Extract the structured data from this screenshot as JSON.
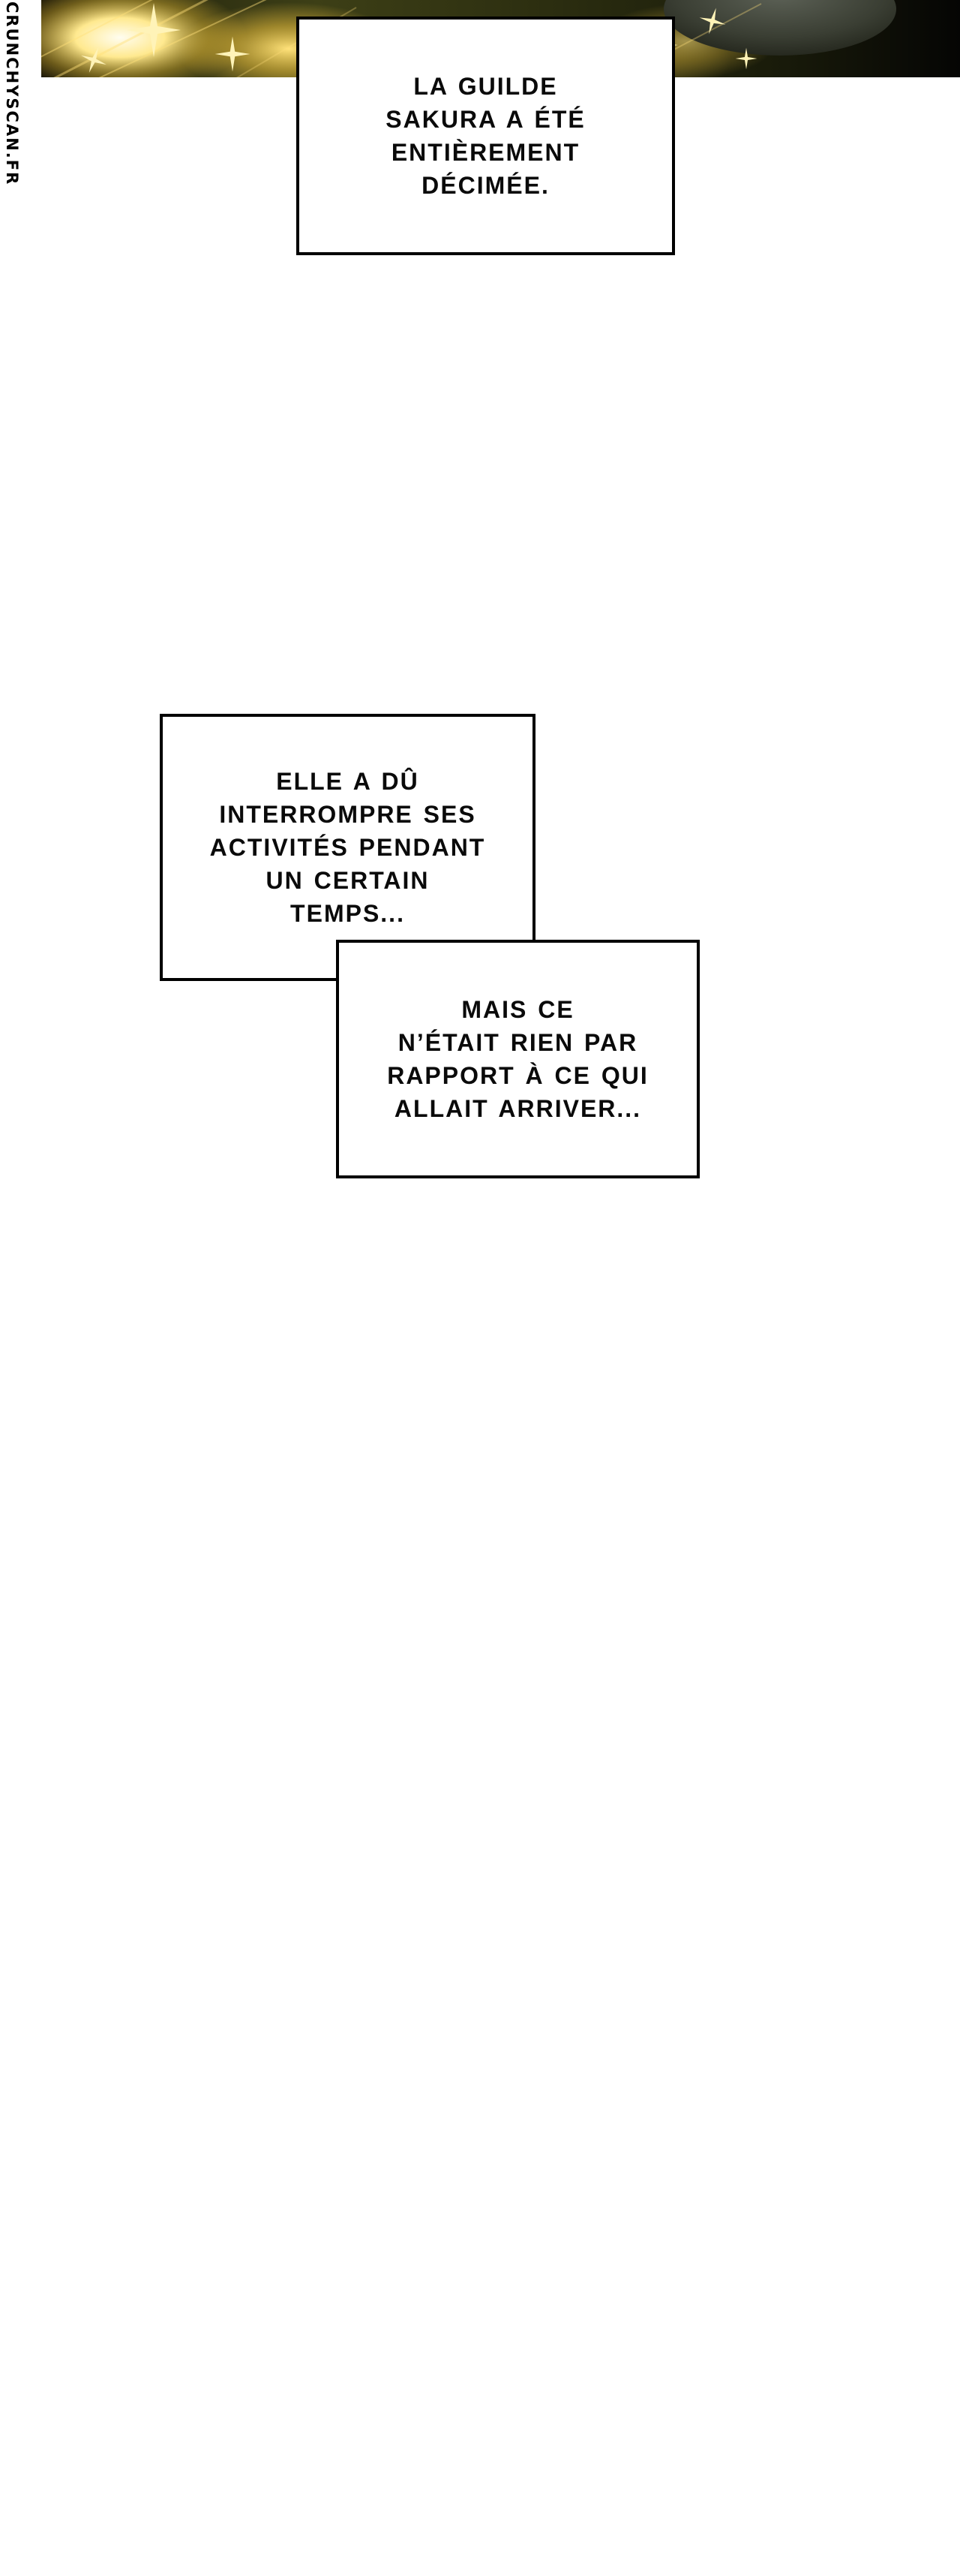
{
  "watermark": {
    "text": "CRUNCHYSCAN.FR"
  },
  "art": {
    "description": "gold-sparkle-flare-panel",
    "colors": {
      "background_dark": "#060603",
      "olive": "#3d3f16",
      "gold": "#e0b83a",
      "gold_light": "#fff3b8",
      "white_glow": "#fffdf0",
      "grey_object": "#5c6156"
    }
  },
  "captions": {
    "guild": {
      "lines": [
        "LA GUILDE",
        "SAKURA A ÉTÉ",
        "ENTIÈREMENT",
        "DÉCIMÉE."
      ]
    },
    "interruption": {
      "lines": [
        "ELLE A DÛ",
        "INTERROMPRE SES",
        "ACTIVITÉS PENDANT",
        "UN CERTAIN",
        "TEMPS..."
      ]
    },
    "foreshadow": {
      "lines": [
        "MAIS CE",
        "N’ÉTAIT RIEN PAR",
        "RAPPORT À CE QUI",
        "ALLAIT ARRIVER..."
      ]
    }
  }
}
